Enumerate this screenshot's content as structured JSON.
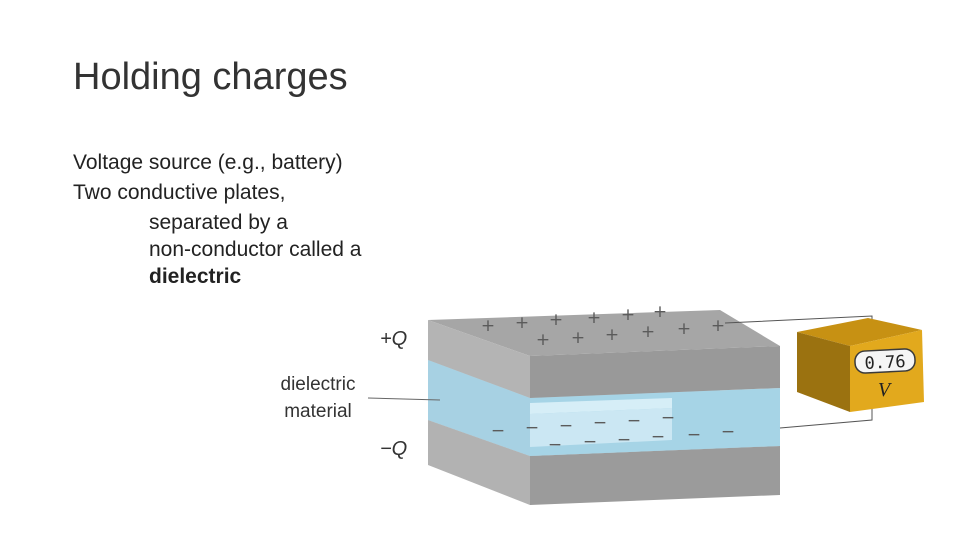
{
  "slide": {
    "title": "Holding charges",
    "bullets": {
      "b1": "Voltage source (e.g., battery)",
      "b2": "Two conductive plates,",
      "b2_sub1": "separated by a",
      "b2_sub2": "non-conductor called a",
      "b2_sub3": "dielectric"
    }
  },
  "diagram": {
    "plus_q_label": "+Q",
    "minus_q_label": "−Q",
    "dielectric_label_1": "dielectric",
    "dielectric_label_2": "material",
    "meter_reading": "0.76",
    "meter_unit": "V",
    "plus_sign": "+",
    "minus_sign": "−",
    "colors": {
      "plate_top": "#a6a6a6",
      "plate_front": "#999999",
      "dielectric": "#a9d4e6",
      "meter_front": "#e1a91c",
      "meter_side": "#9c7311",
      "meter_top": "#c58f14"
    }
  }
}
